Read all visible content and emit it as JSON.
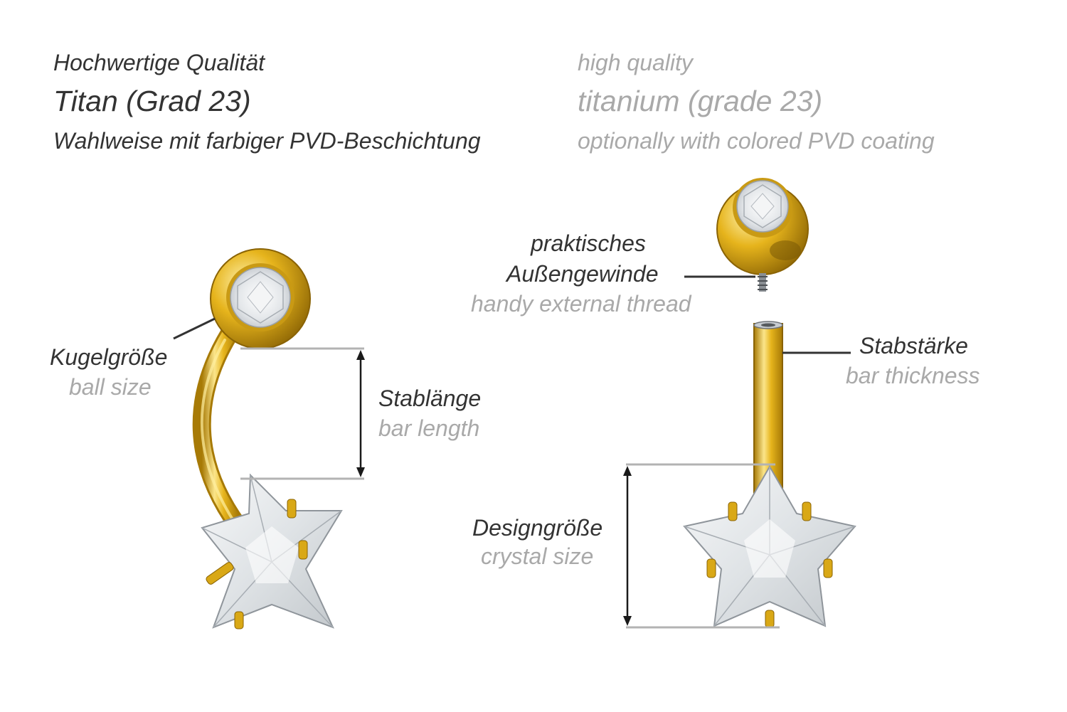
{
  "header": {
    "de": {
      "line1": "Hochwertige Qualität",
      "line2": "Titan (Grad 23)",
      "line3": "Wahlweise mit farbiger PVD-Beschichtung"
    },
    "en": {
      "line1": "high quality",
      "line2": "titanium (grade 23)",
      "line3": "optionally with colored PVD coating"
    }
  },
  "labels": {
    "ball_size": {
      "de": "Kugelgröße",
      "en": "ball size"
    },
    "bar_length": {
      "de": "Stablänge",
      "en": "bar length"
    },
    "thread": {
      "de_line1": "praktisches",
      "de_line2": "Außengewinde",
      "en": "handy external thread"
    },
    "bar_thickness": {
      "de": "Stabstärke",
      "en": "bar thickness"
    },
    "design_size": {
      "de": "Designgröße",
      "en": "crystal size"
    }
  },
  "colors": {
    "gold": "#e6b41c",
    "gold_light": "#fbe58a",
    "gold_dark": "#a77a06",
    "crystal": "#eceef0",
    "text_de": "#333333",
    "text_en": "#a9a9a9",
    "guide": "#b3b3b3"
  }
}
